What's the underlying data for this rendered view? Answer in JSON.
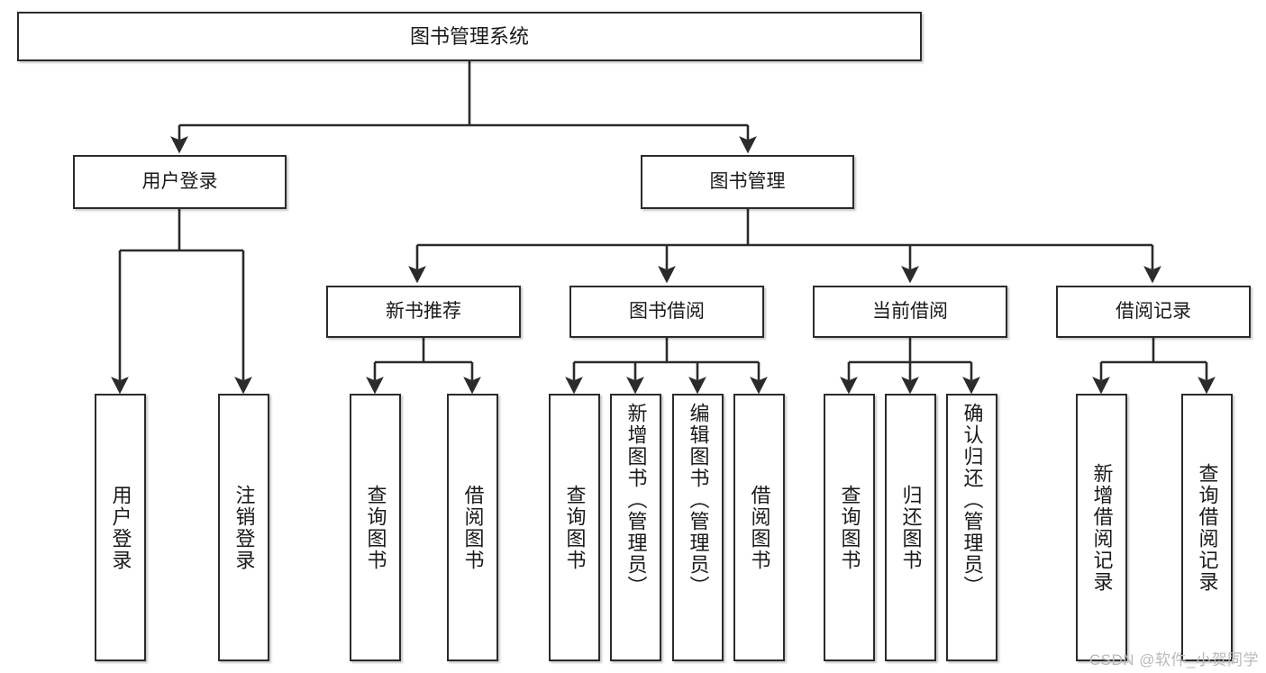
{
  "diagram": {
    "title": "图书管理系统",
    "type": "tree-hierarchy-chart",
    "root": {
      "id": "root",
      "label": "图书管理系统"
    },
    "level2": [
      {
        "id": "user-login",
        "label": "用户登录"
      },
      {
        "id": "book-manage",
        "label": "图书管理"
      }
    ],
    "level3": [
      {
        "id": "new-book-recommend",
        "label": "新书推荐"
      },
      {
        "id": "book-borrow",
        "label": "图书借阅"
      },
      {
        "id": "current-borrow",
        "label": "当前借阅"
      },
      {
        "id": "borrow-record",
        "label": "借阅记录"
      }
    ],
    "leaves": [
      {
        "id": "leaf-user-login",
        "label": "用户登录"
      },
      {
        "id": "leaf-logout-login",
        "label": "注销登录"
      },
      {
        "id": "leaf-query-book-1",
        "label": "查询图书"
      },
      {
        "id": "leaf-borrow-book-1",
        "label": "借阅图书"
      },
      {
        "id": "leaf-query-book-2",
        "label": "查询图书"
      },
      {
        "id": "leaf-add-book-admin",
        "label": "新增图书（管理员）"
      },
      {
        "id": "leaf-edit-book-admin",
        "label": "编辑图书（管理员）"
      },
      {
        "id": "leaf-borrow-book-2",
        "label": "借阅图书"
      },
      {
        "id": "leaf-query-book-3",
        "label": "查询图书"
      },
      {
        "id": "leaf-return-book",
        "label": "归还图书"
      },
      {
        "id": "leaf-confirm-return-admin",
        "label": "确认归还（管理员）"
      },
      {
        "id": "leaf-add-borrow-record",
        "label": "新增借阅记录"
      },
      {
        "id": "leaf-query-borrow-record",
        "label": "查询借阅记录"
      }
    ],
    "colors": {
      "box_border": "#2b2b2b",
      "box_fill": "#ffffff",
      "connector": "#2b2b2b",
      "text": "#1a1a1a",
      "watermark": "#b9b9b9",
      "background": "#ffffff"
    }
  },
  "watermark": {
    "text": "CSDN @软件_小贺同学"
  }
}
